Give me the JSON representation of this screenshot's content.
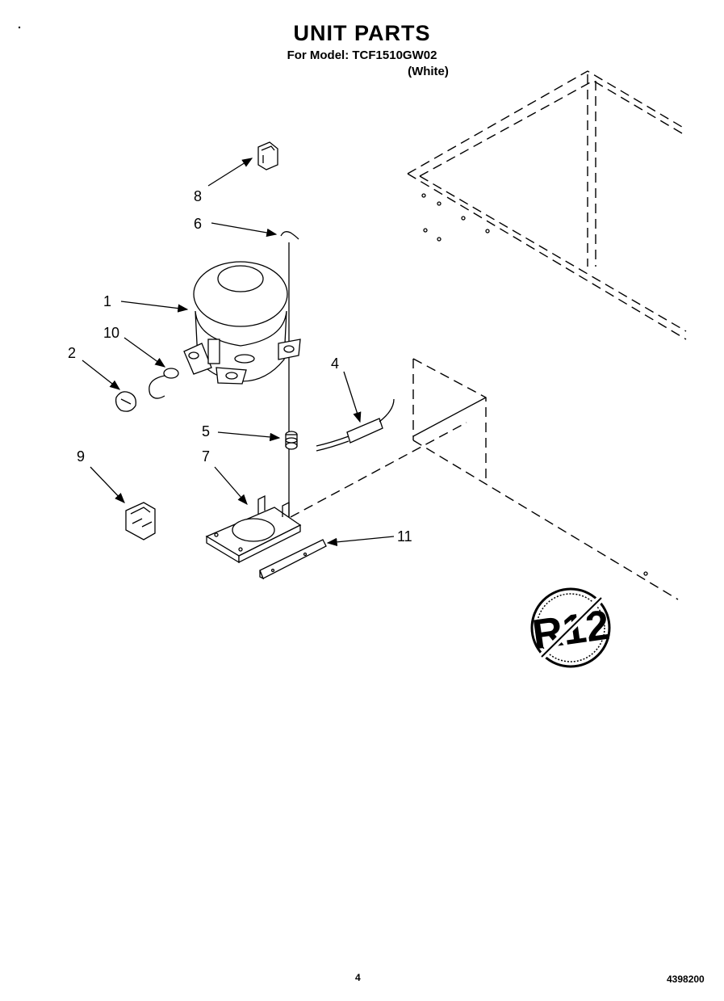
{
  "header": {
    "title": "UNIT PARTS",
    "model_line": "For Model: TCF1510GW02",
    "color_line": "(White)"
  },
  "callouts": {
    "c1": "1",
    "c2": "2",
    "c4": "4",
    "c5": "5",
    "c6": "6",
    "c7": "7",
    "c8": "8",
    "c9": "9",
    "c10": "10",
    "c11": "11"
  },
  "badge": {
    "text": "R12"
  },
  "footer": {
    "page_number": "4",
    "doc_number": "4398200"
  }
}
